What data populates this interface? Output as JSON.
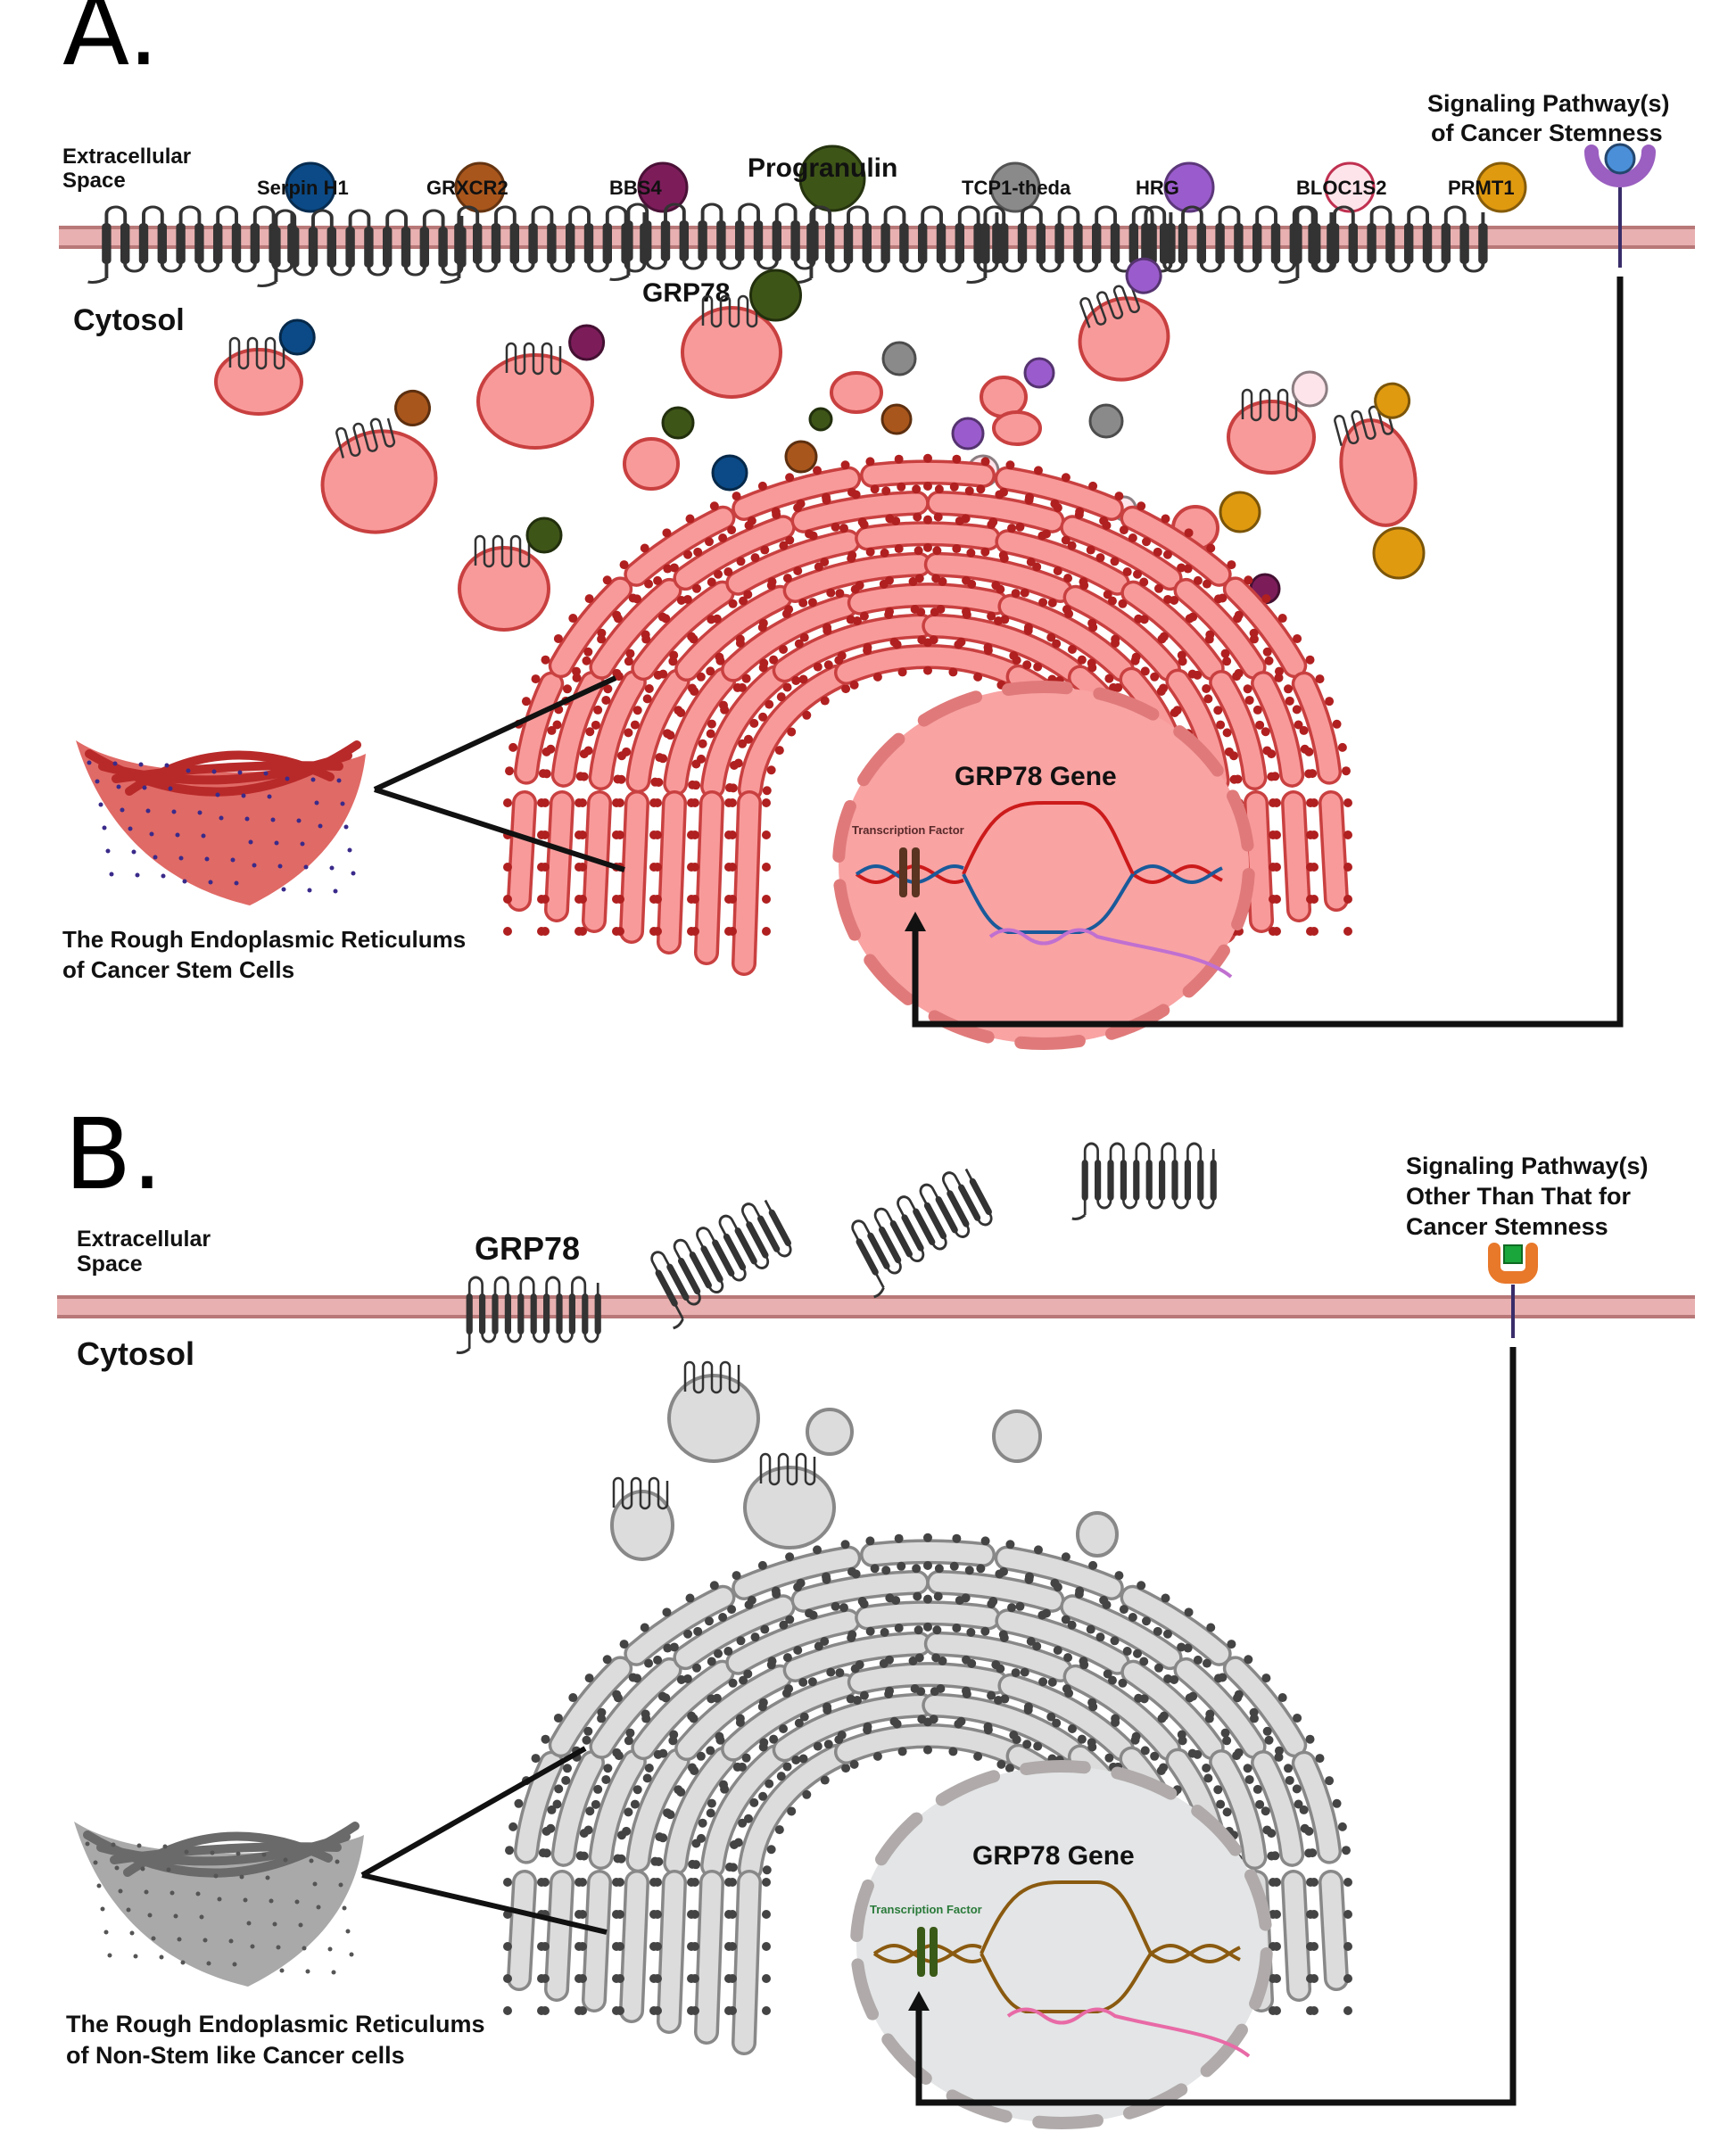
{
  "figure": {
    "panel_a": {
      "letter": "A.",
      "extracellular_label": [
        "Extracellular",
        "Space"
      ],
      "cytosol_label": "Cytosol",
      "membrane_proteins": [
        {
          "name": "Serpin H1",
          "color": "#0b4a86"
        },
        {
          "name": "GRXCR2",
          "color": "#a9561c"
        },
        {
          "name": "BBS4",
          "color": "#7c1d5a"
        },
        {
          "name": "Progranulin",
          "color": "#3e5518"
        },
        {
          "name": "TCP1-theda",
          "color": "#8a8a8a"
        },
        {
          "name": "HRG",
          "color": "#9a5ccc"
        },
        {
          "name": "BLOC1S2",
          "color": "#fde4ea"
        },
        {
          "name": "PRMT1",
          "color": "#e09a10"
        }
      ],
      "grp78_label": "GRP78",
      "signaling_label": [
        "Signaling Pathway(s)",
        "of Cancer Stemness"
      ],
      "receptor_colors": {
        "receptor": "#9a5fc0",
        "ligand": "#4a8fd8"
      },
      "gene_label": "GRP78 Gene",
      "transcription_factor_label": "Transcription Factor",
      "rer_caption": [
        "The Rough Endoplasmic Reticulums",
        "of Cancer Stem Cells"
      ],
      "er_fill": "#f99a9a",
      "er_stroke": "#c94040",
      "ribosome_color": "#b02020"
    },
    "panel_b": {
      "letter": "B.",
      "extracellular_label": [
        "Extracellular",
        "Space"
      ],
      "cytosol_label": "Cytosol",
      "grp78_label": "GRP78",
      "signaling_label": [
        "Signaling Pathway(s)",
        "Other Than That for",
        "Cancer Stemness"
      ],
      "receptor_colors": {
        "receptor": "#e8782a",
        "ligand": "#1aa63a"
      },
      "gene_label": "GRP78 Gene",
      "transcription_factor_label": "Transcription Factor",
      "rer_caption": [
        "The Rough Endoplasmic Reticulums",
        "of Non-Stem like Cancer cells"
      ],
      "er_fill": "#dcdcdc",
      "er_stroke": "#888888",
      "ribosome_color": "#444444"
    },
    "colors": {
      "membrane": "#e8b0b0",
      "membrane_edge": "#b87878",
      "protein": "#333333",
      "arrow": "#111111"
    }
  }
}
